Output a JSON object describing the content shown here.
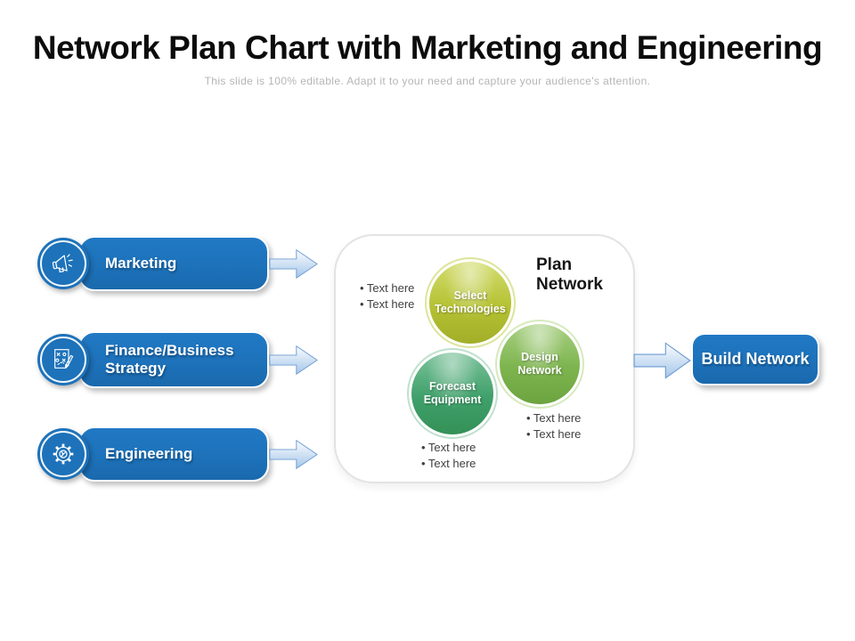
{
  "header": {
    "title": "Network Plan Chart with Marketing and Engineering",
    "subtitle": "This slide is 100% editable. Adapt it to your need and capture your audience's attention."
  },
  "steps": [
    {
      "label": "Marketing",
      "icon": "megaphone-icon"
    },
    {
      "label": "Finance/Business Strategy",
      "icon": "strategy-board-icon"
    },
    {
      "label": "Engineering",
      "icon": "gear-icon"
    }
  ],
  "plan_panel": {
    "title": "Plan Network",
    "circles": [
      {
        "label": "Select Technologies",
        "color": "#b5c233"
      },
      {
        "label": "Design Network",
        "color": "#7db44e"
      },
      {
        "label": "Forecast Equipment",
        "color": "#3fa06a"
      }
    ],
    "bullets": {
      "left": [
        "• Text here",
        "• Text here"
      ],
      "bottom": [
        "• Text here",
        "• Text here"
      ],
      "right": [
        "• Text here",
        "• Text here"
      ]
    }
  },
  "result": {
    "label": "Build Network"
  },
  "colors": {
    "shape_blue": "#1d72ba",
    "arrow_fill_light": "#fbfdff",
    "arrow_fill_dark": "#a3c6e9",
    "arrow_stroke": "#6d9bd1",
    "panel_border": "#e3e3e3",
    "select_circle": "#b5c233",
    "design_circle": "#7db44e",
    "forecast_circle": "#3fa06a",
    "subtitle_gray": "#b5b5b5",
    "bullet_text": "#404040"
  }
}
